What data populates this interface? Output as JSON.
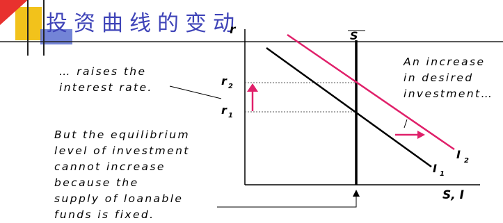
{
  "title": "投资曲线的变动",
  "notes": {
    "raises": [
      "… raises the",
      "interest rate."
    ],
    "increase": [
      "An increase",
      "in desired",
      "investment…"
    ],
    "equilibrium": [
      "But the equilibrium",
      "level of investment",
      "cannot increase",
      "because the",
      "supply of loanable",
      "funds is fixed."
    ]
  },
  "axes": {
    "y_label": "r",
    "x_label": "S, I"
  },
  "curves": {
    "supply": {
      "label": "S",
      "color": "#000000"
    },
    "investment_1": {
      "label": "I",
      "subscript": "1",
      "color": "#000000"
    },
    "investment_2": {
      "label": "I",
      "subscript": "2",
      "color": "#e0206a"
    }
  },
  "rates": {
    "r1": {
      "label": "r",
      "subscript": "1"
    },
    "r2": {
      "label": "r",
      "subscript": "2"
    }
  },
  "colors": {
    "title": "#3f44b8",
    "accent": "#e0206a",
    "deco_red": "#e8312e",
    "deco_yellow": "#f2c21b",
    "deco_blue": "#5b6fd0"
  }
}
